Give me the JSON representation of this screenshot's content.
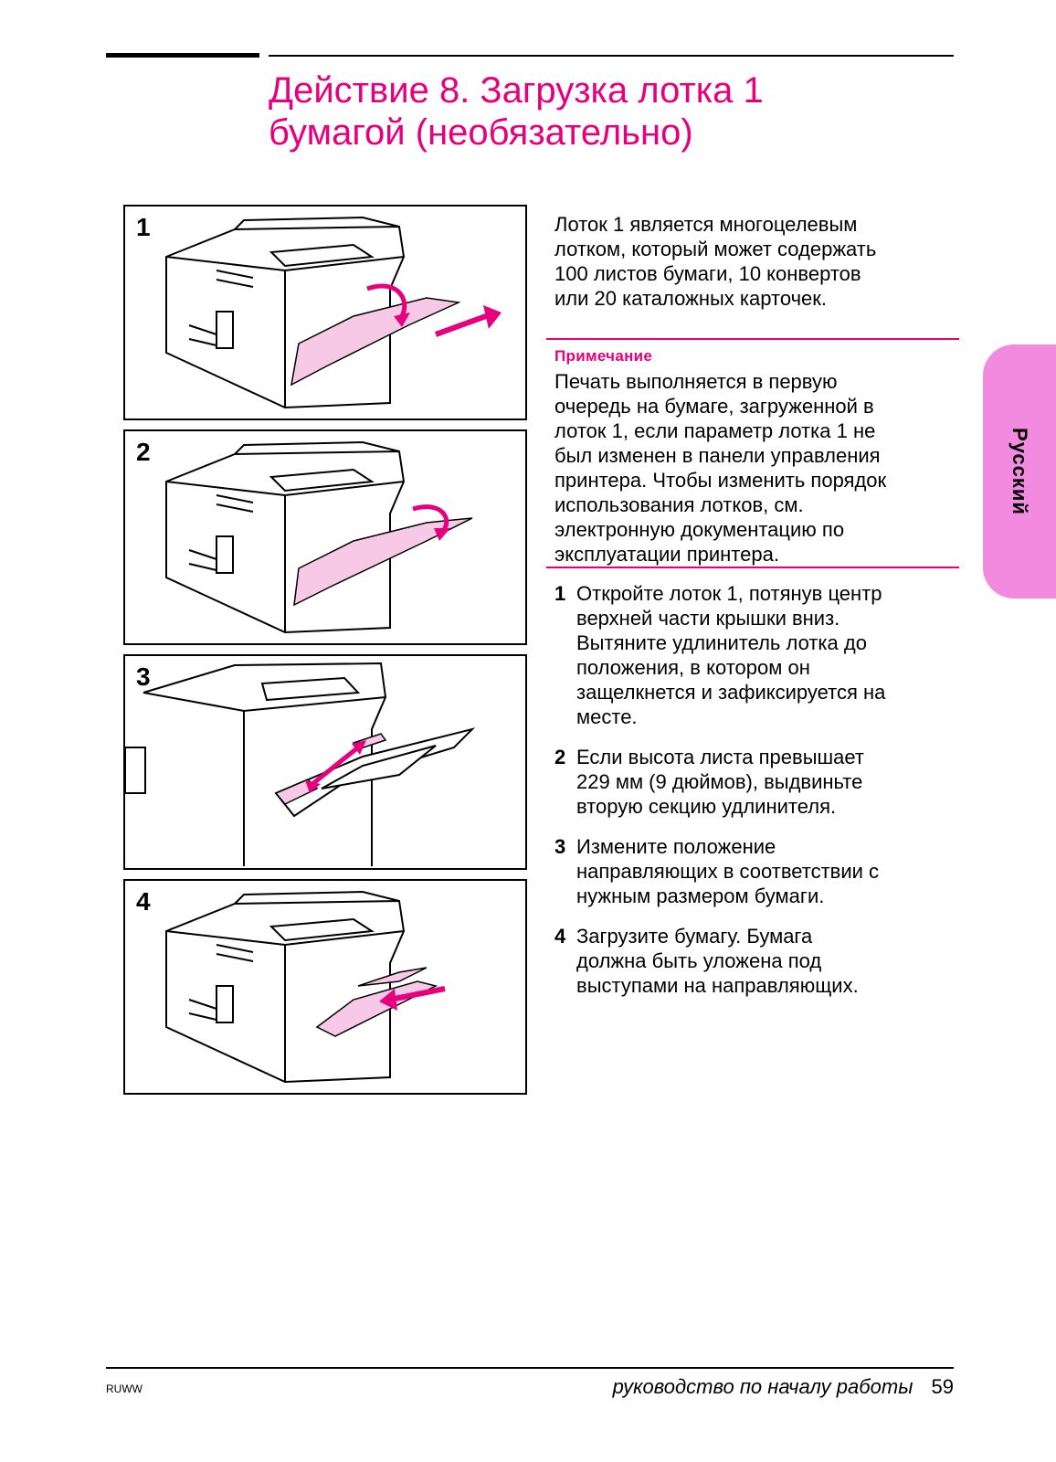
{
  "header": {
    "title_line1": "Действие 8. Загрузка лотка 1",
    "title_line2": "бумагой (необязательно)"
  },
  "figures": [
    {
      "number": "1"
    },
    {
      "number": "2"
    },
    {
      "number": "3"
    },
    {
      "number": "4"
    }
  ],
  "intro": {
    "lines": [
      "Лоток 1 является многоцелевым",
      "лотком, который может содержать",
      "100 листов бумаги, 10 конвертов",
      "или 20 каталожных карточек."
    ]
  },
  "note": {
    "label": "Примечание",
    "lines": [
      "Печать выполняется в первую",
      "очередь на бумаге, загруженной в",
      "лоток 1, если параметр лотка 1 не",
      "был изменен в панели управления",
      "принтера. Чтобы изменить порядок",
      "использования лотков, см.",
      "электронную документацию по",
      "эксплуатации принтера."
    ]
  },
  "steps": [
    {
      "num": "1",
      "lines": [
        "Откройте лоток 1, потянув центр",
        "верхней части крышки вниз.",
        "Вытяните удлинитель лотка до",
        "положения, в котором он",
        "защелкнется и зафиксируется на",
        "месте."
      ]
    },
    {
      "num": "2",
      "lines": [
        "Если высота листа превышает",
        "229 мм (9 дюймов), выдвиньте",
        "вторую секцию удлинителя."
      ]
    },
    {
      "num": "3",
      "lines": [
        "Измените положение",
        "направляющих в соответствии с",
        "нужным размером бумаги."
      ]
    },
    {
      "num": "4",
      "lines": [
        "Загрузите бумагу. Бумага",
        "должна быть уложена под",
        "выступами на направляющих."
      ]
    }
  ],
  "side_tab": {
    "label": "Русский"
  },
  "footer": {
    "code": "RUWW",
    "guide": "руководство по началу работы",
    "page": "59"
  },
  "colors": {
    "accent": "#e6007e",
    "tab": "#f28be0",
    "illustration_pink": "#f7c9e6"
  }
}
